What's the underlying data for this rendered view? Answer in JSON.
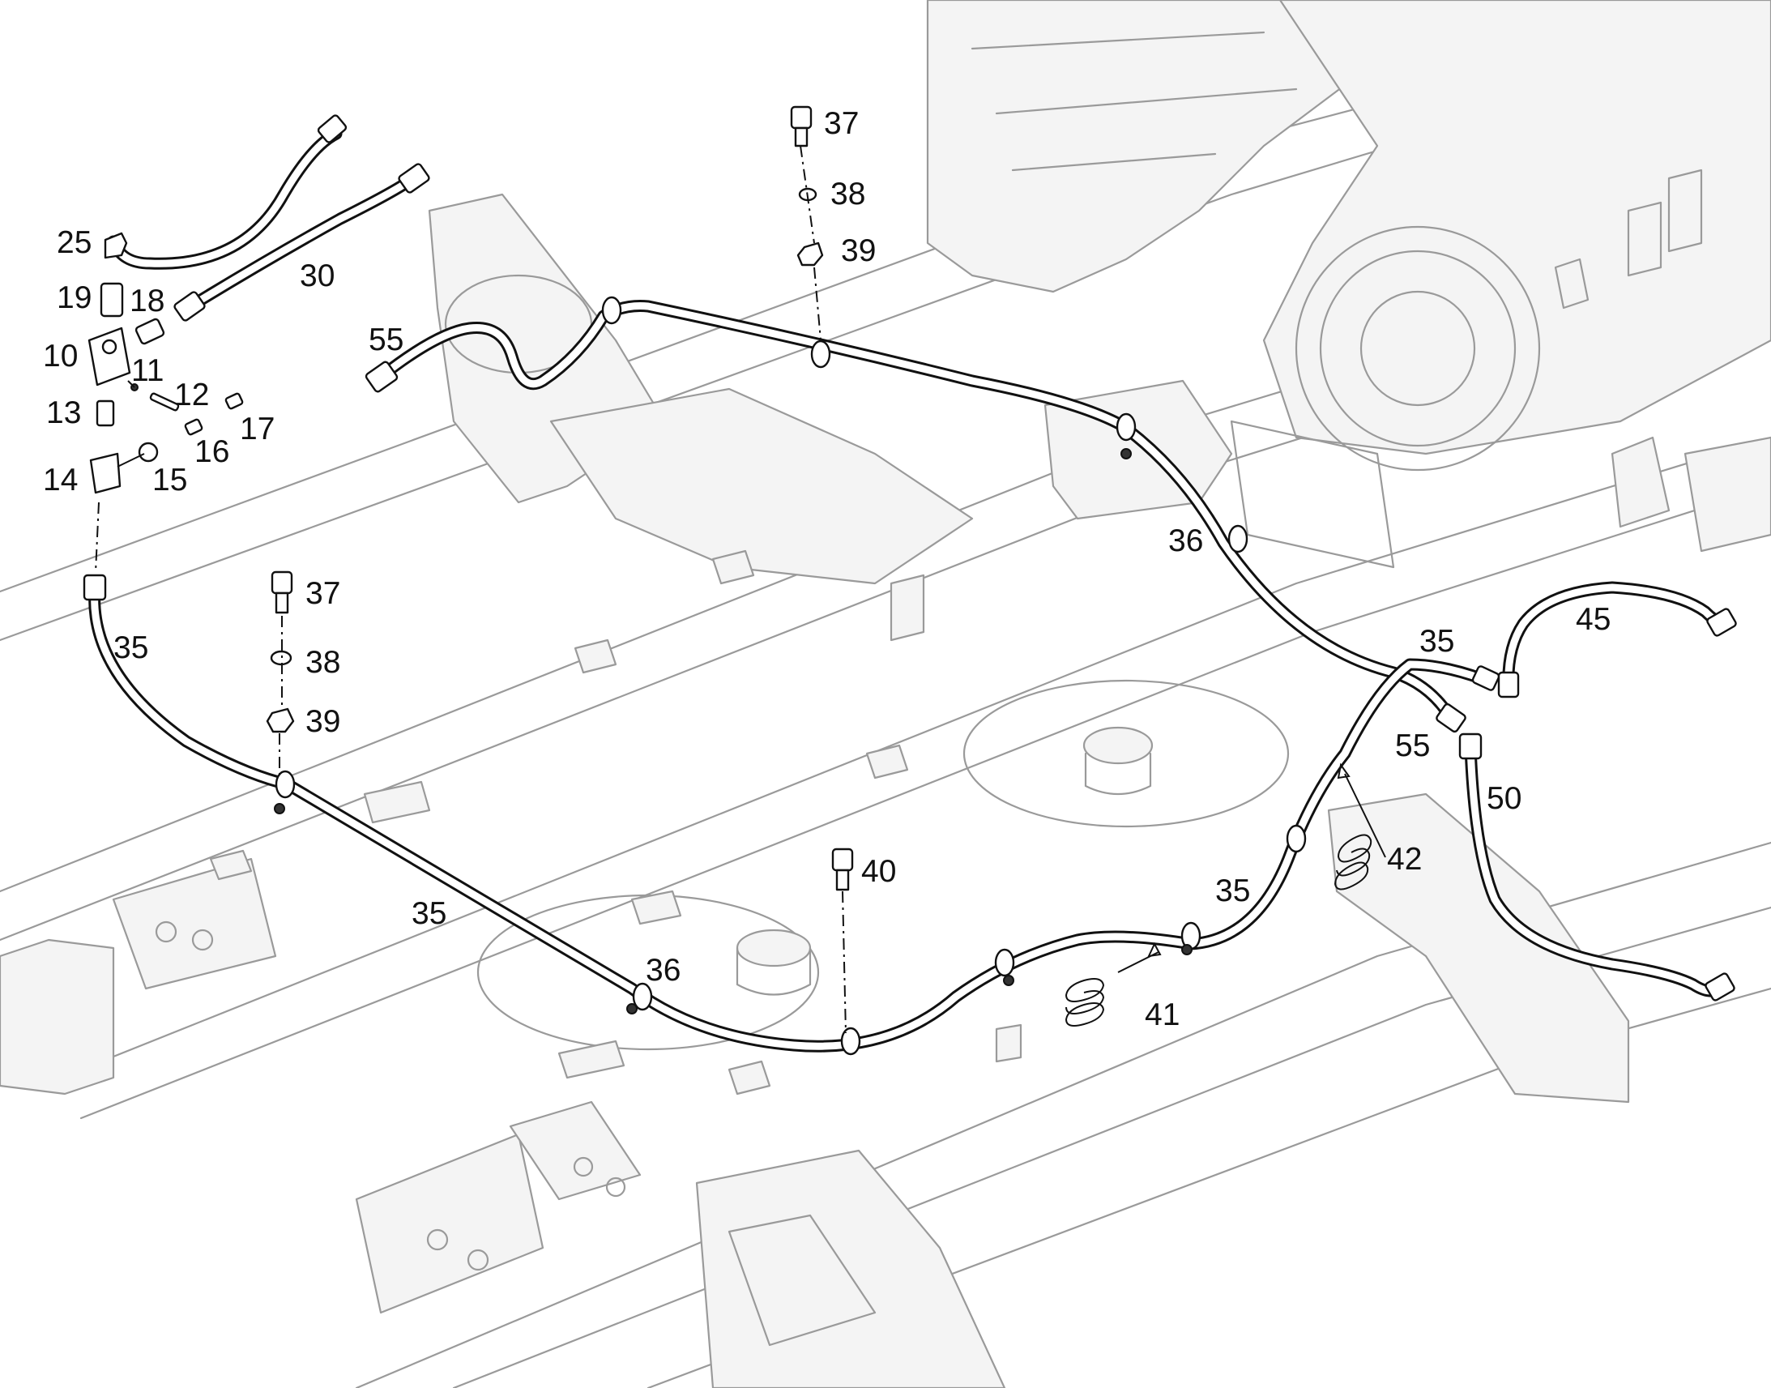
{
  "diagram": {
    "callouts": [
      "25",
      "19",
      "18",
      "30",
      "10",
      "11",
      "12",
      "13",
      "14",
      "15",
      "16",
      "17",
      "55",
      "37",
      "38",
      "39",
      "36",
      "35",
      "35",
      "37",
      "38",
      "39",
      "35",
      "45",
      "35",
      "55",
      "50",
      "42",
      "40",
      "35",
      "36",
      "41"
    ]
  }
}
